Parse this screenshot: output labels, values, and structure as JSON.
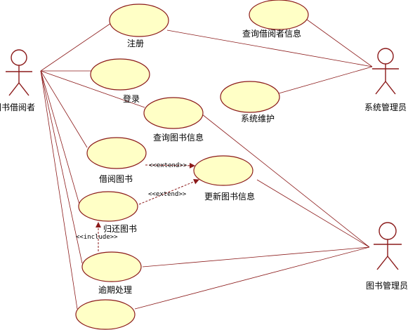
{
  "actors": {
    "reader": {
      "label": "图书借阅者"
    },
    "sys_admin": {
      "label": "系统管理员"
    },
    "book_admin": {
      "label": "图书管理员"
    }
  },
  "use_cases": {
    "register": "注册",
    "query_reader": "查询借阅者信息",
    "login": "登录",
    "sys_maint": "系统维护",
    "query_book": "查询图书信息",
    "borrow": "借阅图书",
    "update_book": "更新图书信息",
    "return_book": "归还图书",
    "overdue": "逾期处理",
    "unlabeled": ""
  },
  "relations": {
    "extend_1": "<<extend>>",
    "extend_2": "<<extend>>",
    "include_1": "<<include>>"
  },
  "colors": {
    "line": "#8b1a1a",
    "usecase_fill": "#ffffc6"
  }
}
